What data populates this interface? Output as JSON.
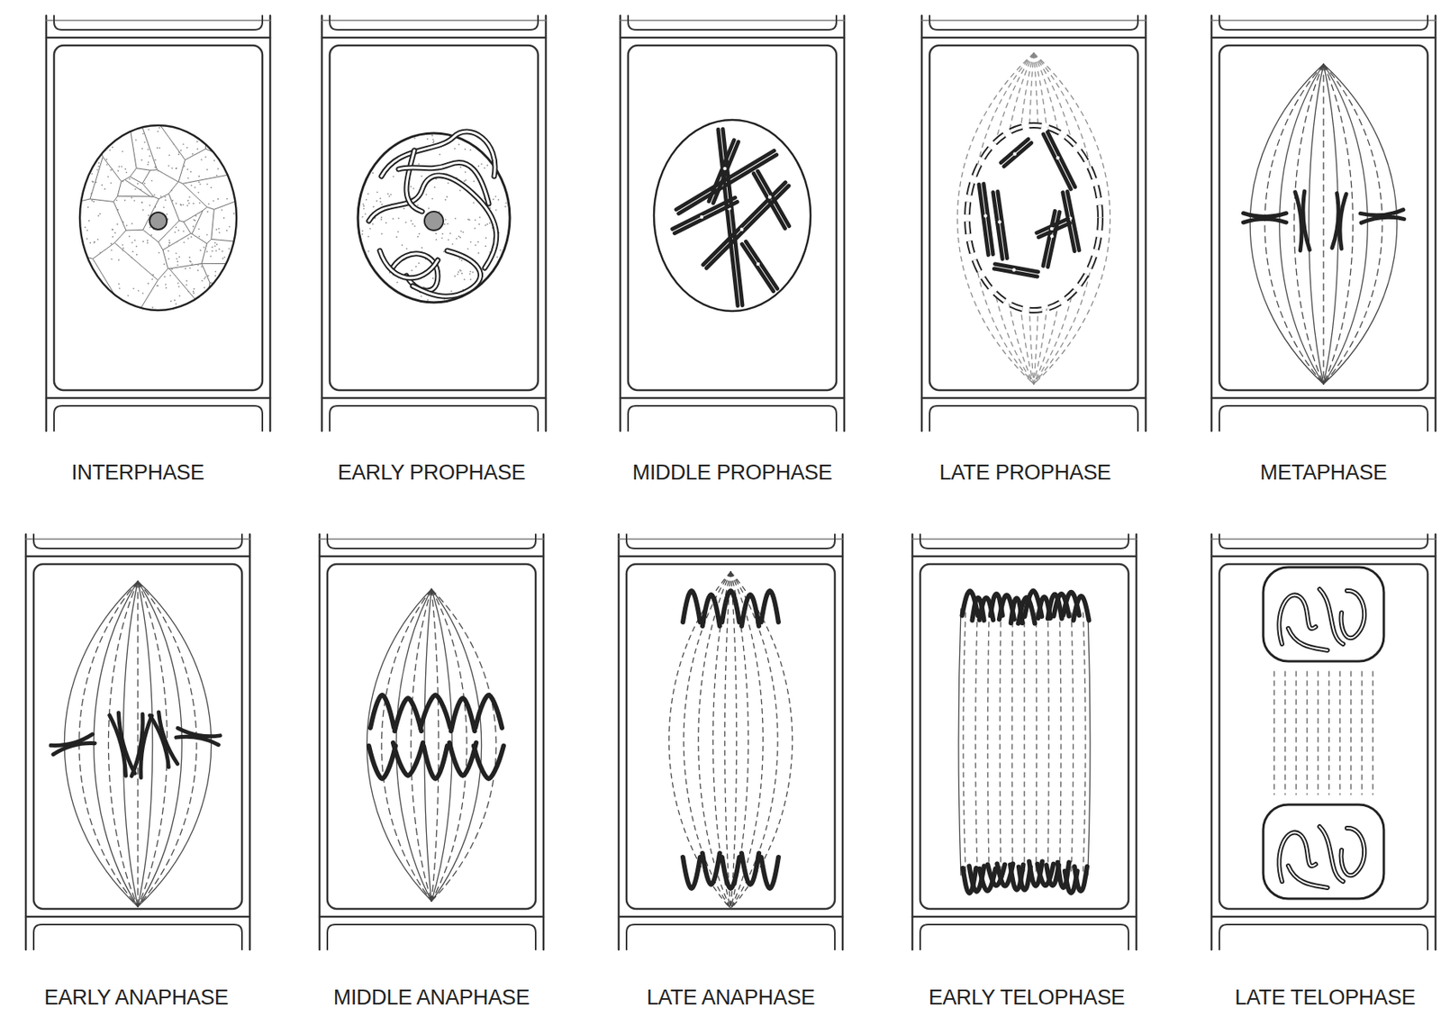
{
  "diagram": {
    "labels": [
      "INTERPHASE",
      "EARLY PROPHASE",
      "MIDDLE PROPHASE",
      "LATE PROPHASE",
      "METAPHASE",
      "EARLY ANAPHASE",
      "MIDDLE ANAPHASE",
      "LATE ANAPHASE",
      "EARLY TELOPHASE",
      "LATE TELOPHASE"
    ]
  }
}
